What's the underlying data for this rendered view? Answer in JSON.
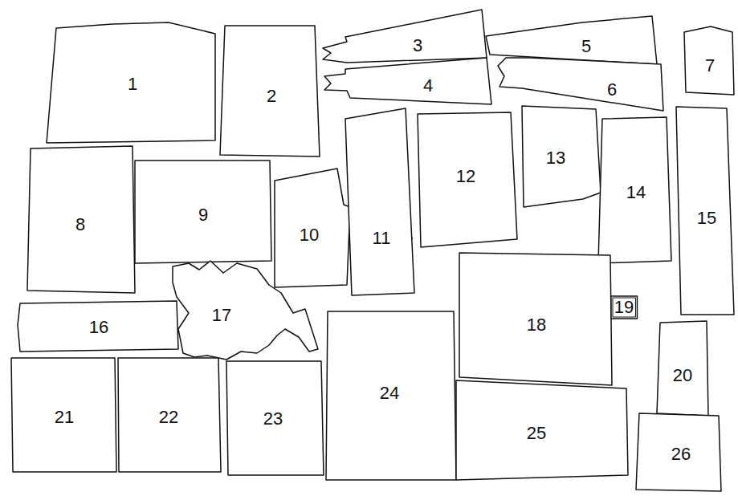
{
  "diagram": {
    "nodes": [
      {
        "text": [
          "1"
        ]
      },
      {
        "text": [
          "2"
        ]
      },
      {
        "text": [
          "3"
        ]
      },
      {
        "text": [
          "4"
        ]
      },
      {
        "text": [
          "5"
        ]
      },
      {
        "text": [
          "6"
        ]
      },
      {
        "text": [
          "7"
        ]
      },
      {
        "text": [
          "8"
        ]
      },
      {
        "text": [
          "9"
        ]
      },
      {
        "text": [
          "10"
        ]
      },
      {
        "text": [
          "11"
        ]
      },
      {
        "text": [
          "12"
        ]
      },
      {
        "text": [
          "13"
        ]
      },
      {
        "text": [
          "14"
        ]
      },
      {
        "text": [
          "15"
        ]
      },
      {
        "text": [
          "16"
        ]
      },
      {
        "text": [
          "17"
        ]
      },
      {
        "text": [
          "18"
        ]
      },
      {
        "text": [
          "19"
        ]
      },
      {
        "text": [
          "20"
        ]
      },
      {
        "text": [
          "21"
        ]
      },
      {
        "text": [
          "22"
        ]
      },
      {
        "text": [
          "23"
        ]
      },
      {
        "text": [
          "24"
        ]
      },
      {
        "text": [
          "25"
        ]
      },
      {
        "text": [
          "26"
        ]
      }
    ]
  }
}
